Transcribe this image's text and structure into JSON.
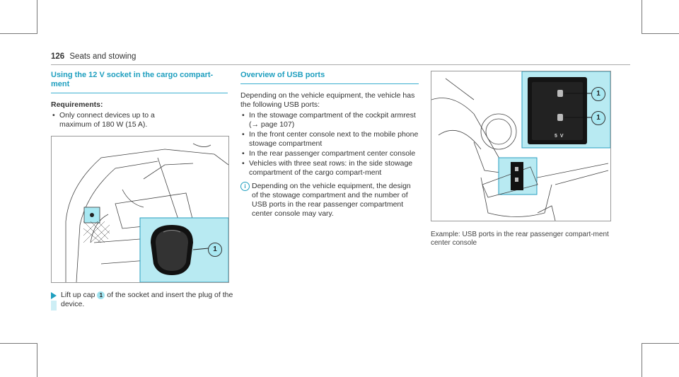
{
  "header": {
    "page_number": "126",
    "section": "Seats and stowing"
  },
  "left": {
    "heading": "Using the 12 V socket in the cargo compart-ment",
    "requirements_title": "Requirements:",
    "requirements": [
      "Only connect devices up to a maximum of 180 W (15 A)."
    ],
    "illustration_callouts": [
      "1"
    ],
    "step_marker": "1",
    "step_text_before": "Lift up cap",
    "step_text_after": "of the socket and insert the plug of the device."
  },
  "middle": {
    "heading": "Overview of USB ports",
    "intro": "Depending on the vehicle equipment, the vehicle has the following USB ports:",
    "bullets": [
      "In the stowage compartment of the cockpit armrest (→ page 107)",
      "In the front center console next to the mobile phone stowage compartment",
      "In the rear passenger compartment center console",
      "Vehicles with three seat rows: in the side stowage compartment of the cargo compart-ment"
    ],
    "note_icon": "i",
    "note": "Depending on the vehicle equipment, the design of the stowage compartment and the number of USB ports in the rear passenger compartment center console may vary."
  },
  "right": {
    "illustration_callouts": [
      "1",
      "1"
    ],
    "port_label": "5 V",
    "caption": "Example: USB ports in the rear passenger compart-ment center console"
  },
  "colors": {
    "accent": "#1f9fbf",
    "highlight": "#b8eaf2"
  }
}
